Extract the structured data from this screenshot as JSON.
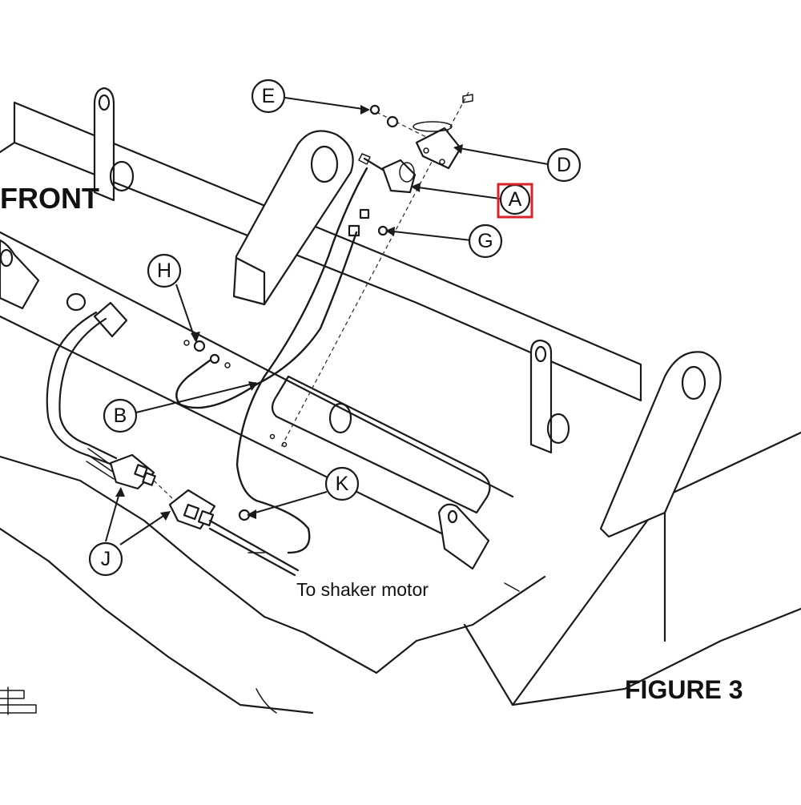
{
  "diagram": {
    "front_label": "FRONT",
    "figure_caption": "FIGURE 3",
    "note": "To shaker motor",
    "highlight_color": "#d9232a",
    "callouts": {
      "A": "A",
      "B": "B",
      "D": "D",
      "E": "E",
      "G": "G",
      "H": "H",
      "J": "J",
      "K": "K"
    }
  }
}
